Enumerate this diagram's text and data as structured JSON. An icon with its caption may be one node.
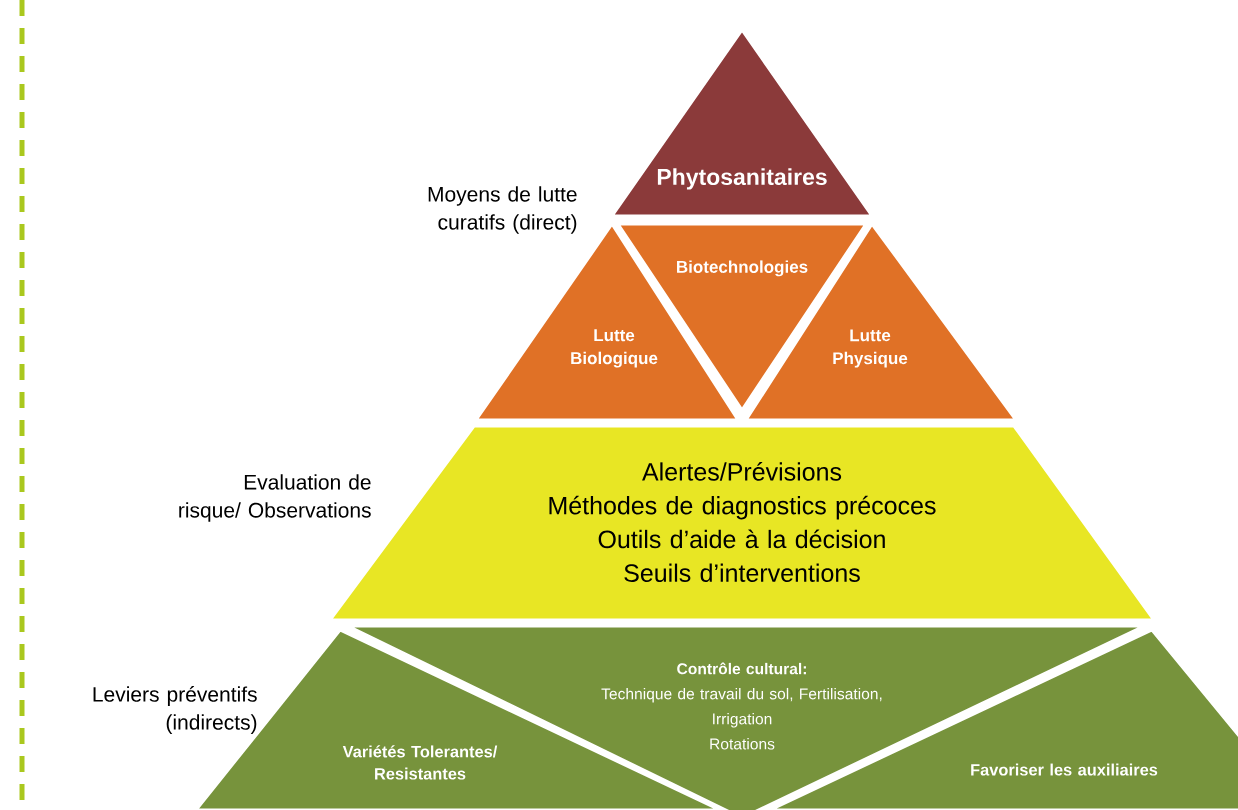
{
  "diagram": {
    "nodes": [
      {
        "text": [
          "Phytosanitaires"
        ]
      },
      {
        "text": [
          "Biotechnologies"
        ]
      },
      {
        "text": [
          "Lutte Biologique"
        ]
      },
      {
        "text": [
          "Lutte Physique"
        ]
      },
      {
        "text": [
          "Alertes/Prévisions",
          "Méthodes de diagnostics précoces",
          "Outils d’aide à la décision",
          "Seuils d’interventions"
        ]
      },
      {
        "text": [
          "Contrôle cultural:",
          "Technique de travail du sol, Fertilisation,",
          "Irrigation",
          "Rotations"
        ]
      },
      {
        "text": [
          "Variétés Tolerantes/ Resistantes"
        ]
      },
      {
        "text": [
          "Favoriser les auxiliaires"
        ]
      }
    ],
    "labels": [
      "Moyens de lutte curatifs (direct)",
      "Evaluation de risque/ Observations",
      "Leviers préventifs (indirects)"
    ]
  }
}
